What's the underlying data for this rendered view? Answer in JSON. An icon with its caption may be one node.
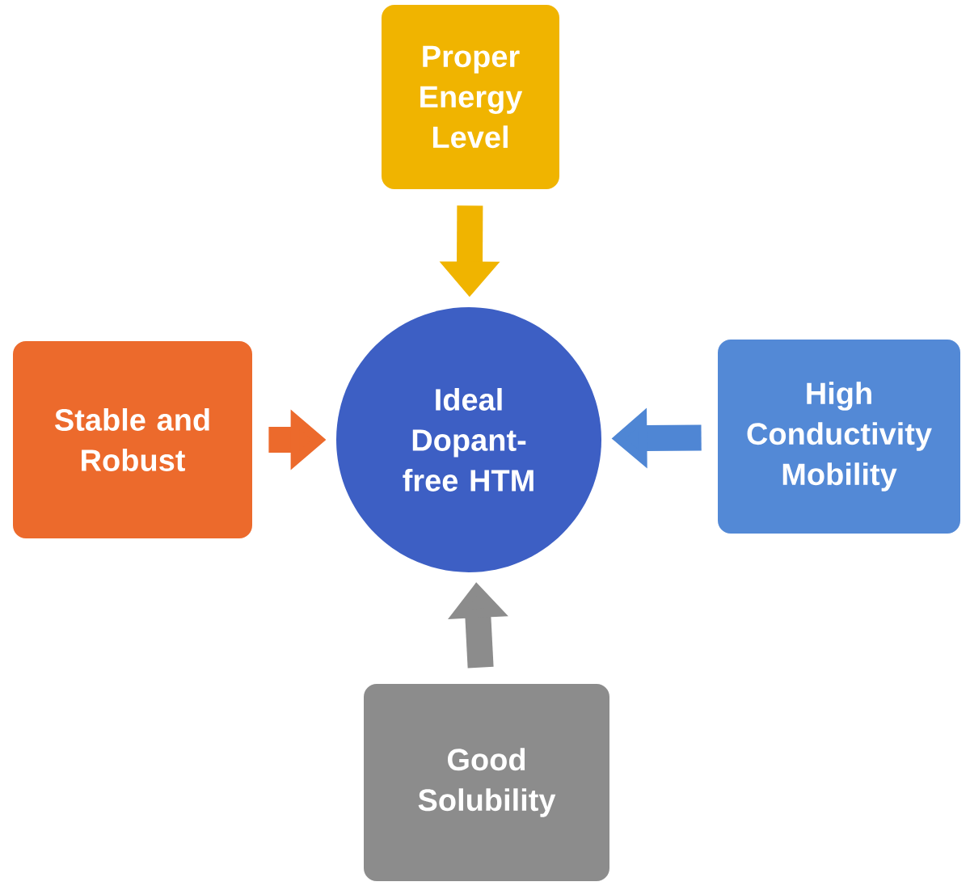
{
  "diagram": {
    "nodes": [
      {
        "text": [
          "Proper Energy Level"
        ]
      },
      {
        "text": [
          "Stable and Robust"
        ]
      },
      {
        "text": [
          "Ideal Dopant-free HTM"
        ]
      },
      {
        "text": [
          "High Conductivity Mobility"
        ]
      },
      {
        "text": [
          "Good Solubility"
        ]
      }
    ],
    "edges": [
      {
        "from": 0,
        "to": 2,
        "arrow": "to",
        "color": "#f0b400"
      },
      {
        "from": 1,
        "to": 2,
        "arrow": "to",
        "color": "#ec6a2c"
      },
      {
        "from": 3,
        "to": 2,
        "arrow": "to",
        "color": "#4f86d4"
      },
      {
        "from": 4,
        "to": 2,
        "arrow": "to",
        "color": "#8c8c8c"
      }
    ]
  }
}
